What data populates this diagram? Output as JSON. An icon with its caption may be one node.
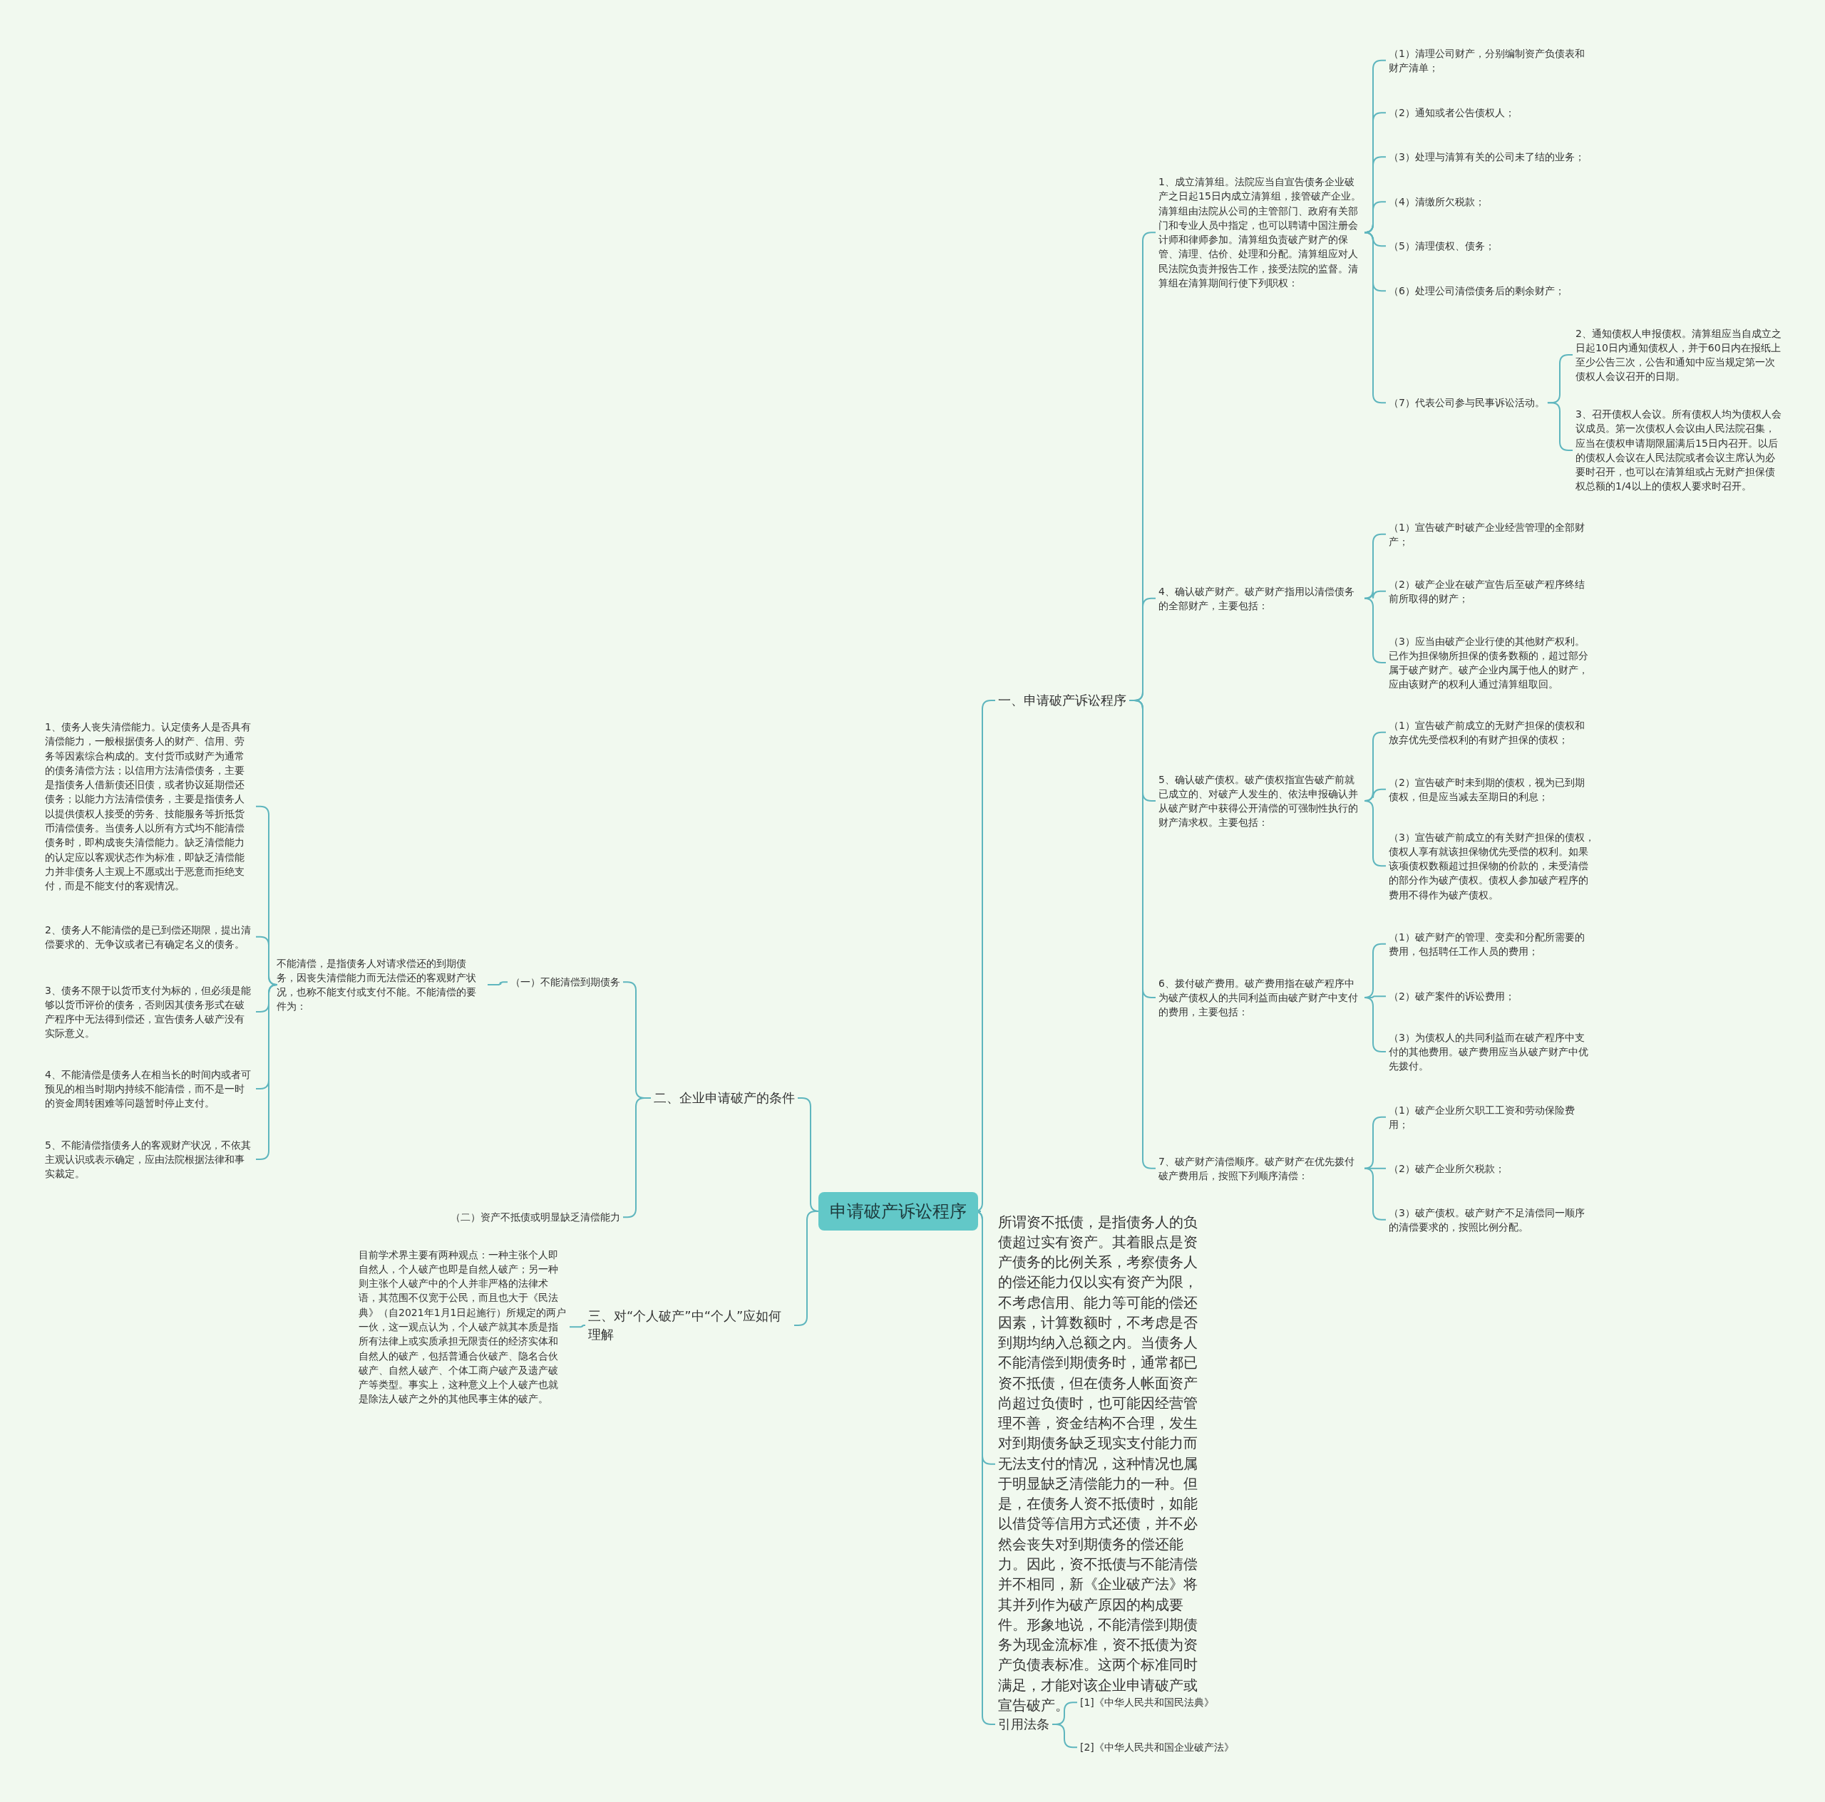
{
  "diagram": {
    "nodes": [
      {
        "text": [
          "申请破产诉讼程序"
        ]
      },
      {
        "text": [
          "一、申请破产诉讼程序"
        ]
      },
      {
        "text": [
          "1、成立清算组。法院应当自宣告债务企业破产之日起15日内成立清算组，接管破产企业。清算组由法院从公司的主管部门、政府有关部门和专业人员中指定，也可以聘请中国注册会计师和律师参加。清算组负责破产财产的保管、清理、估价、处理和分配。清算组应对人民法院负责并报告工作，接受法院的监督。清算组在清算期间行使下列职权："
        ]
      },
      {
        "text": [
          "（1）清理公司财产，分别编制资产负债表和财产清单；"
        ]
      },
      {
        "text": [
          "（2）通知或者公告债权人；"
        ]
      },
      {
        "text": [
          "（3）处理与清算有关的公司未了结的业务；"
        ]
      },
      {
        "text": [
          "（4）清缴所欠税款；"
        ]
      },
      {
        "text": [
          "（5）清理债权、债务；"
        ]
      },
      {
        "text": [
          "（6）处理公司清偿债务后的剩余财产；"
        ]
      },
      {
        "text": [
          "（7）代表公司参与民事诉讼活动。"
        ]
      },
      {
        "text": [
          "2、通知债权人申报债权。清算组应当自成立之日起10日内通知债权人，并于60日内在报纸上至少公告三次，公告和通知中应当规定第一次债权人会议召开的日期。"
        ]
      },
      {
        "text": [
          "3、召开债权人会议。所有债权人均为债权人会议成员。第一次债权人会议由人民法院召集，应当在债权申请期限届满后15日内召开。以后的债权人会议在人民法院或者会议主席认为必要时召开，也可以在清算组或占无财产担保债权总额的1/4以上的债权人要求时召开。"
        ]
      },
      {
        "text": [
          "4、确认破产财产。破产财产指用以清偿债务的全部财产，主要包括："
        ]
      },
      {
        "text": [
          "（1）宣告破产时破产企业经营管理的全部财产；"
        ]
      },
      {
        "text": [
          "（2）破产企业在破产宣告后至破产程序终结前所取得的财产；"
        ]
      },
      {
        "text": [
          "（3）应当由破产企业行使的其他财产权利。已作为担保物所担保的债务数额的，超过部分属于破产财产。破产企业内属于他人的财产，应由该财产的权利人通过清算组取回。"
        ]
      },
      {
        "text": [
          "5、确认破产债权。破产债权指宣告破产前就已成立的、对破产人发生的、依法申报确认并从破产财产中获得公开清偿的可强制性执行的财产清求权。主要包括："
        ]
      },
      {
        "text": [
          "（1）宣告破产前成立的无财产担保的债权和放弃优先受偿权利的有财产担保的债权；"
        ]
      },
      {
        "text": [
          "（2）宣告破产时未到期的债权，视为已到期债权，但是应当减去至期日的利息；"
        ]
      },
      {
        "text": [
          "（3）宣告破产前成立的有关财产担保的债权，债权人享有就该担保物优先受偿的权利。如果该项债权数额超过担保物的价款的，未受清偿的部分作为破产债权。债权人参加破产程序的费用不得作为破产债权。"
        ]
      },
      {
        "text": [
          "6、拨付破产费用。破产费用指在破产程序中为破产债权人的共同利益而由破产财产中支付的费用，主要包括："
        ]
      },
      {
        "text": [
          "（1）破产财产的管理、变卖和分配所需要的费用，包括聘任工作人员的费用；"
        ]
      },
      {
        "text": [
          "（2）破产案件的诉讼费用；"
        ]
      },
      {
        "text": [
          "（3）为债权人的共同利益而在破产程序中支付的其他费用。破产费用应当从破产财产中优先拨付。"
        ]
      },
      {
        "text": [
          "7、破产财产清偿顺序。破产财产在优先拨付破产费用后，按照下列顺序清偿："
        ]
      },
      {
        "text": [
          "（1）破产企业所欠职工工资和劳动保险费用；"
        ]
      },
      {
        "text": [
          "（2）破产企业所欠税款；"
        ]
      },
      {
        "text": [
          "（3）破产债权。破产财产不足清偿同一顺序的清偿要求的，按照比例分配。"
        ]
      },
      {
        "text": [
          "所谓资不抵债，是指债务人的负债超过实有资产。其着眼点是资产债务的比例关系，考察债务人的偿还能力仅以实有资产为限，不考虑信用、能力等可能的偿还因素，计算数额时，不考虑是否到期均纳入总额之内。当债务人不能清偿到期债务时，通常都已资不抵债，但在债务人帐面资产尚超过负债时，也可能因经营管理不善，资金结构不合理，发生对到期债务缺乏现实支付能力而无法支付的情况，这种情况也属于明显缺乏清偿能力的一种。但是，在债务人资不抵债时，如能以借贷等信用方式还债，并不必然会丧失对到期债务的偿还能力。因此，资不抵债与不能清偿并不相同，新《企业破产法》将其并列作为破产原因的构成要件。形象地说，不能清偿到期债务为现金流标准，资不抵债为资产负债表标准。这两个标准同时满足，才能对该企业申请破产或宣告破产。"
        ]
      },
      {
        "text": [
          "引用法条"
        ]
      },
      {
        "text": [
          "[1]《中华人民共和国民法典》"
        ]
      },
      {
        "text": [
          "[2]《中华人民共和国企业破产法》"
        ]
      },
      {
        "text": [
          "二、企业申请破产的条件"
        ]
      },
      {
        "text": [
          "（一）不能清偿到期债务"
        ]
      },
      {
        "text": [
          "不能清偿，是指债务人对请求偿还的到期债务，因丧失清偿能力而无法偿还的客观财产状况，也称不能支付或支付不能。不能清偿的要件为："
        ]
      },
      {
        "text": [
          "1、债务人丧失清偿能力。认定债务人是否具有清偿能力，一般根据债务人的财产、信用、劳务等因素综合构成的。支付货币或财产为通常的债务清偿方法；以信用方法清偿债务，主要是指债务人借新债还旧债，或者协议延期偿还债务；以能力方法清偿债务，主要是指债务人以提供债权人接受的劳务、技能服务等折抵货币清偿债务。当债务人以所有方式均不能清偿债务时，即构成丧失清偿能力。缺乏清偿能力的认定应以客观状态作为标准，即缺乏清偿能力并非债务人主观上不愿或出于恶意而拒绝支付，而是不能支付的客观情况。"
        ]
      },
      {
        "text": [
          "2、债务人不能清偿的是已到偿还期限，提出清偿要求的、无争议或者已有确定名义的债务。"
        ]
      },
      {
        "text": [
          "3、债务不限于以货币支付为标的，但必须是能够以货币评价的债务，否则因其债务形式在破产程序中无法得到偿还，宣告债务人破产没有实际意义。"
        ]
      },
      {
        "text": [
          "4、不能清偿是债务人在相当长的时间内或者可预见的相当时期内持续不能清偿，而不是一时的资金周转困难等问题暂时停止支付。"
        ]
      },
      {
        "text": [
          "5、不能清偿指债务人的客观财产状况，不依其主观认识或表示确定，应由法院根据法律和事实裁定。"
        ]
      },
      {
        "text": [
          "（二）资产不抵债或明显缺乏清偿能力"
        ]
      },
      {
        "text": [
          "三、对“个人破产”中“个人”应如何理解"
        ]
      },
      {
        "text": [
          "目前学术界主要有两种观点：一种主张个人即自然人，个人破产也即是自然人破产；另一种则主张个人破产中的个人并非严格的法律术语，其范围不仅宽于公民，而且也大于《民法典》（自2021年1月1日起施行）所规定的两户一伙，这一观点认为，个人破产就其本质是指所有法律上或实质承担无限责任的经济实体和自然人的破产，包括普通合伙破产、隐名合伙破产、自然人破产、个体工商户破产及遗产破产等类型。事实上，这种意义上个人破产也就是除法人破产之外的其他民事主体的破产。"
        ]
      }
    ],
    "edges": [
      {
        "from": 0,
        "to": 1,
        "arrow": "none"
      },
      {
        "from": 1,
        "to": 2,
        "arrow": "none"
      },
      {
        "from": 2,
        "to": 3,
        "arrow": "none"
      },
      {
        "from": 2,
        "to": 4,
        "arrow": "none"
      },
      {
        "from": 2,
        "to": 5,
        "arrow": "none"
      },
      {
        "from": 2,
        "to": 6,
        "arrow": "none"
      },
      {
        "from": 2,
        "to": 7,
        "arrow": "none"
      },
      {
        "from": 2,
        "to": 8,
        "arrow": "none"
      },
      {
        "from": 2,
        "to": 9,
        "arrow": "none"
      },
      {
        "from": 9,
        "to": 10,
        "arrow": "none"
      },
      {
        "from": 9,
        "to": 11,
        "arrow": "none"
      },
      {
        "from": 1,
        "to": 12,
        "arrow": "none"
      },
      {
        "from": 12,
        "to": 13,
        "arrow": "none"
      },
      {
        "from": 12,
        "to": 14,
        "arrow": "none"
      },
      {
        "from": 12,
        "to": 15,
        "arrow": "none"
      },
      {
        "from": 1,
        "to": 16,
        "arrow": "none"
      },
      {
        "from": 16,
        "to": 17,
        "arrow": "none"
      },
      {
        "from": 16,
        "to": 18,
        "arrow": "none"
      },
      {
        "from": 16,
        "to": 19,
        "arrow": "none"
      },
      {
        "from": 1,
        "to": 20,
        "arrow": "none"
      },
      {
        "from": 20,
        "to": 21,
        "arrow": "none"
      },
      {
        "from": 20,
        "to": 22,
        "arrow": "none"
      },
      {
        "from": 20,
        "to": 23,
        "arrow": "none"
      },
      {
        "from": 1,
        "to": 24,
        "arrow": "none"
      },
      {
        "from": 24,
        "to": 25,
        "arrow": "none"
      },
      {
        "from": 24,
        "to": 26,
        "arrow": "none"
      },
      {
        "from": 24,
        "to": 27,
        "arrow": "none"
      },
      {
        "from": 0,
        "to": 28,
        "arrow": "none"
      },
      {
        "from": 0,
        "to": 29,
        "arrow": "none"
      },
      {
        "from": 29,
        "to": 30,
        "arrow": "none"
      },
      {
        "from": 29,
        "to": 31,
        "arrow": "none"
      },
      {
        "from": 0,
        "to": 32,
        "arrow": "none"
      },
      {
        "from": 32,
        "to": 33,
        "arrow": "none"
      },
      {
        "from": 33,
        "to": 34,
        "arrow": "none"
      },
      {
        "from": 34,
        "to": 35,
        "arrow": "none"
      },
      {
        "from": 34,
        "to": 36,
        "arrow": "none"
      },
      {
        "from": 34,
        "to": 37,
        "arrow": "none"
      },
      {
        "from": 34,
        "to": 38,
        "arrow": "none"
      },
      {
        "from": 34,
        "to": 39,
        "arrow": "none"
      },
      {
        "from": 32,
        "to": 40,
        "arrow": "none"
      },
      {
        "from": 0,
        "to": 41,
        "arrow": "none"
      },
      {
        "from": 41,
        "to": 42,
        "arrow": "none"
      }
    ]
  }
}
